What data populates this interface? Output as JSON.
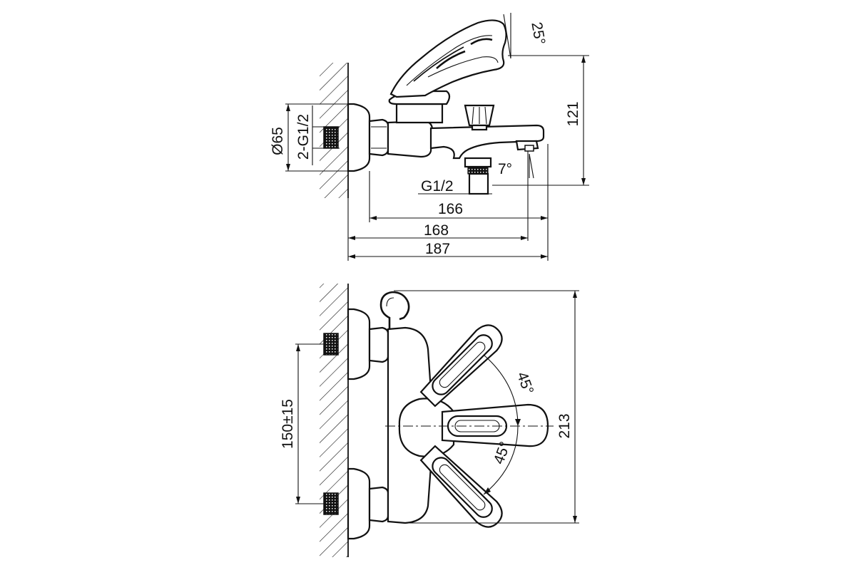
{
  "side_view": {
    "angle_lever": "25°",
    "angle_spout": "7°",
    "height": "121",
    "flange_diameter": "Ø65",
    "inlet_thread": "2-G1/2",
    "outlet_thread": "G1/2",
    "length_outlet": "166",
    "length_spout_tip": "168",
    "length_total": "187"
  },
  "front_view": {
    "height_total": "213",
    "inlet_spacing": "150±15",
    "angle_upper": "45°",
    "angle_lower": "45°"
  }
}
